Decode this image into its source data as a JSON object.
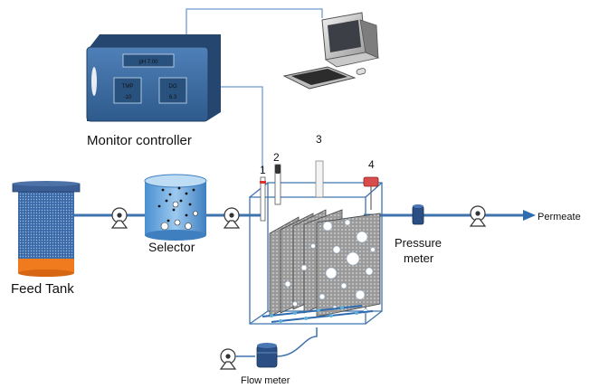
{
  "labels": {
    "monitor_controller": "Monitor controller",
    "feed_tank": "Feed Tank",
    "selector": "Selector",
    "pressure_meter_line1": "Pressure",
    "pressure_meter_line2": "meter",
    "permeate": "Permeate",
    "flow_meter": "Flow meter",
    "marker_1": "1",
    "marker_2": "2",
    "marker_3": "3",
    "marker_4": "4"
  },
  "controller_display": {
    "ph": "pH 7.00",
    "tmp_label": "TMP",
    "tmp_value": "-10",
    "do_label": "DO",
    "do_value": "6.3"
  },
  "colors": {
    "controller_body": "#3d6fa6",
    "controller_dark": "#24466f",
    "pipe": "#3f73ad",
    "arrow": "#2f6bb0",
    "tank_liquid": "#f07a1e",
    "membrane": "#8c8c8c",
    "wire": "#7aa3d0"
  },
  "icons": [
    "computer-icon",
    "pump-icon",
    "flow-meter-icon",
    "pressure-meter-icon"
  ]
}
